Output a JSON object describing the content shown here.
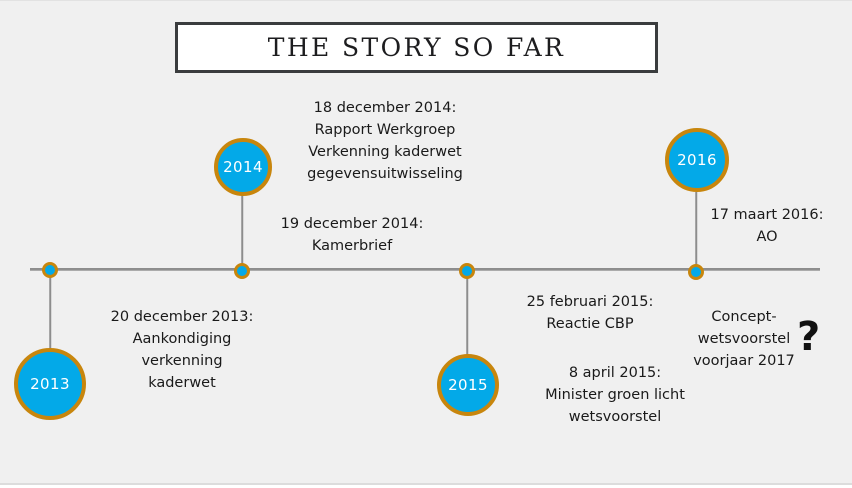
{
  "slide": {
    "title": "THE STORY SO FAR",
    "background_color": "#f0f0f0",
    "accent_fill": "#03a9e8",
    "accent_border": "#c8860d",
    "axis_color": "#8d8d8d",
    "title_border_color": "#3a3c3e"
  },
  "timeline": {
    "nodes": [
      {
        "year": "2013",
        "bubble_label": "2013"
      },
      {
        "year": "2014",
        "bubble_label": "2014"
      },
      {
        "year": "2015",
        "bubble_label": "2015"
      },
      {
        "year": "2016",
        "bubble_label": "2016"
      }
    ]
  },
  "events": {
    "e2013": "20 december 2013:\nAankondiging\nverkenning\nkaderwet",
    "e2014_rapport": "18 december 2014:\nRapport Werkgroep\nVerkenning kaderwet\ngegevensuitwisseling",
    "e2014_kamerbrief": "19 december 2014:\nKamerbrief",
    "e2015_cbp": "25 februari 2015:\nReactie CBP",
    "e2015_minister": "8 april 2015:\nMinister groen licht\nwetsvoorstel",
    "e2016_ao": "17 maart 2016:\nAO",
    "e2017_concept": "Concept-\nwetsvoorstel\nvoorjaar 2017",
    "future_marker": "?"
  }
}
